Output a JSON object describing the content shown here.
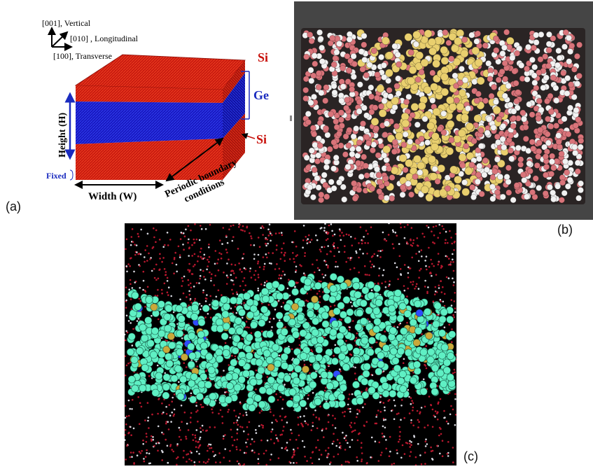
{
  "panels": {
    "a": {
      "label": "(a)",
      "axes": {
        "vertical": "[001], Vertical",
        "longitudinal": "[010] , Longitudinal",
        "transverse": "[100], Transverse"
      },
      "layers": {
        "top": "Si",
        "middle": "Ge",
        "bottom": "Si"
      },
      "height_label": "Height (H)",
      "fixed_label": "Fixed",
      "width_label": "Width (W)",
      "periodic_label_line1": "Periodic boundary",
      "periodic_label_line2": "conditions",
      "colors": {
        "si": "#d01c10",
        "ge": "#1a1ac8",
        "blue_text": "#1a2bbf",
        "red_text": "#c8100a"
      }
    },
    "b": {
      "label": "(b)",
      "colors": {
        "background": "#454545",
        "water_o": "#d9747a",
        "water_h": "#f2f2f2",
        "solute": "#e9cf6e"
      }
    },
    "c": {
      "label": "(c)",
      "colors": {
        "background": "#000000",
        "lipid_tail": "#5ff0c4",
        "water": "#b8182e",
        "phosphate": "#c9a83a",
        "nitrogen": "#2f4bff"
      }
    }
  }
}
